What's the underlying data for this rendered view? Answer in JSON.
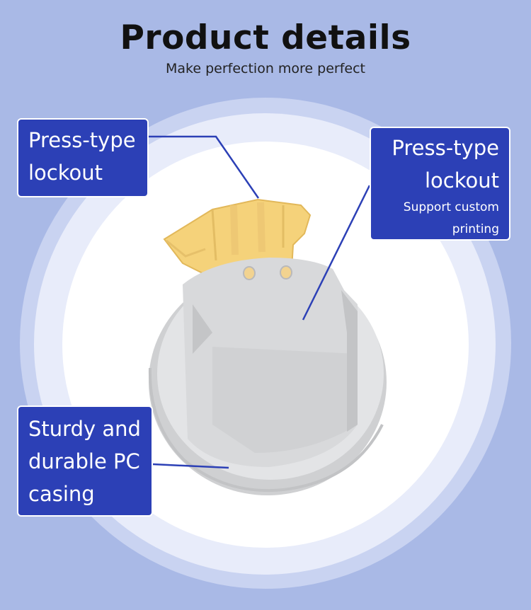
{
  "header": {
    "title": "Product details",
    "subtitle": "Make perfection more perfect"
  },
  "callouts": [
    {
      "lines": [
        "Press-type",
        "lockout"
      ]
    },
    {
      "lines": [
        "Press-type",
        "lockout"
      ],
      "sublines": [
        "Support custom",
        "printing"
      ]
    },
    {
      "lines": [
        "Sturdy and",
        "durable PC",
        "casing"
      ]
    }
  ],
  "colors": {
    "background": "#a9b9e6",
    "callout_fill": "#2c40b6",
    "lock_yellow": "#f7d57a",
    "case_gray": "#d9dadc"
  }
}
